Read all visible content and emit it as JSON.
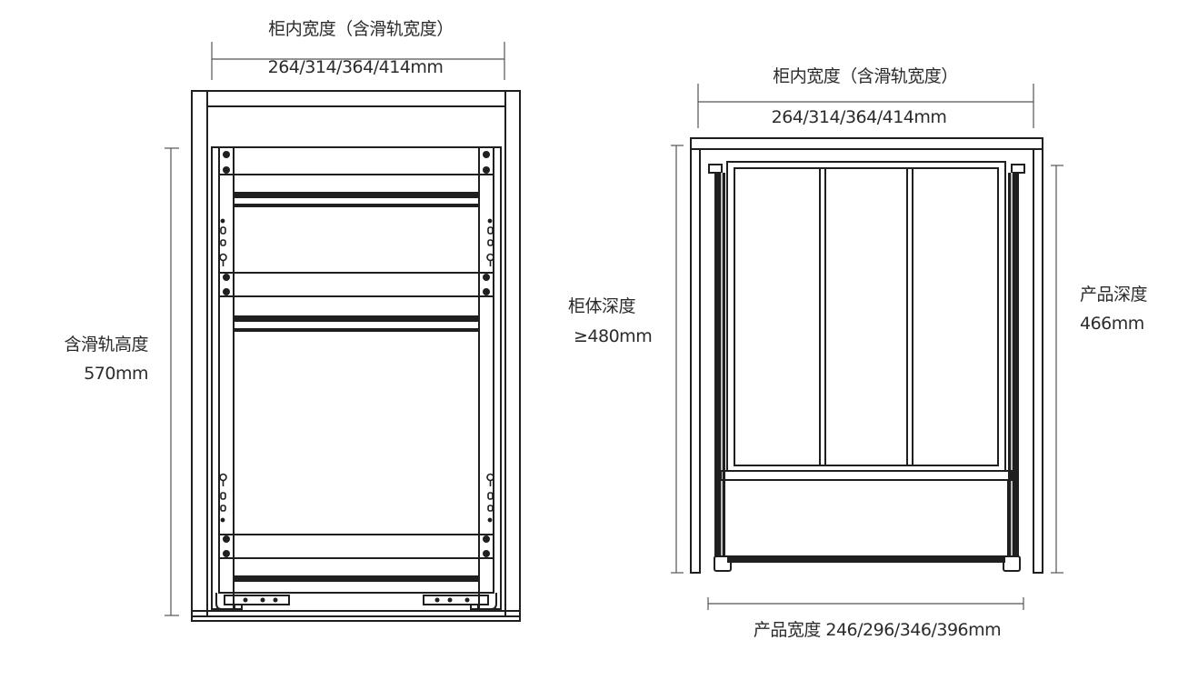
{
  "left_diagram": {
    "width_title": "柜内宽度（含滑轨宽度）",
    "width_values": "264/314/364/414mm",
    "height_title": "含滑轨高度",
    "height_value": "570mm"
  },
  "right_diagram": {
    "width_title": "柜内宽度（含滑轨宽度）",
    "width_values": "264/314/364/414mm",
    "cabinet_depth_title": "柜体深度",
    "cabinet_depth_value": "≥480mm",
    "product_depth_title": "产品深度",
    "product_depth_value": "466mm",
    "product_width_label": "产品宽度 246/296/346/396mm"
  }
}
